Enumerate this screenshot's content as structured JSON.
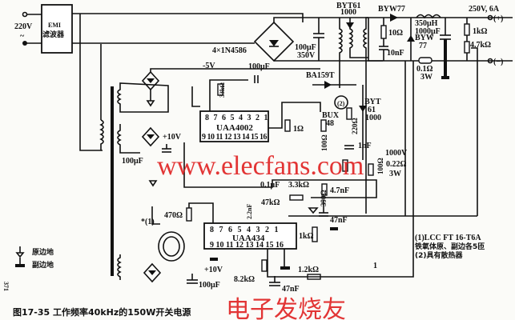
{
  "title": "图17-35  工作频率40kHz的150W开关电源",
  "input": {
    "voltage": "220V",
    "ac_symbol": "~"
  },
  "emi_filter": {
    "line1": "EMI",
    "line2": "滤波器"
  },
  "bridge_rectifier": "4×1N4586",
  "primary": {
    "bulk_cap": "100μF",
    "bulk_cap_voltage": "350V",
    "clamp_diode": "BYT61",
    "clamp_diode_rating": "1000",
    "minus5v": "-5V",
    "cap_100uF": "100μF",
    "ba159t": "BA159T",
    "transistor_note": "(2)",
    "transistor": "BUX",
    "transistor_num": "48",
    "byt": "BYT",
    "byt_num": "61",
    "byt_rating": "1000",
    "r220": "220Ω",
    "c1nF": "1nF",
    "c1nF_v": "1000V",
    "r1": "1Ω",
    "r33k": "33kΩ",
    "plus10v": "+10V",
    "cap_aux": "100μF",
    "r100a": "100Ω",
    "c4_7nF": "4.7nF",
    "r100b": "100Ω",
    "r0_22": "0.22Ω",
    "r0_22_w": "3W",
    "r390": "390Ω"
  },
  "secondary": {
    "diode": "BYW77",
    "inductor": "350μH",
    "out_cap": "1000μF",
    "diode2": "BYW",
    "diode2_num": "77",
    "r10": "10Ω",
    "c10nF": "10nF",
    "r1k": "1kΩ",
    "r4_7k": "4.7kΩ",
    "output": "250V, 6A",
    "plus": "(+)",
    "minus": "(−)",
    "shunt": "0.1Ω",
    "shunt_w": "3W"
  },
  "ic1": {
    "name": "UAA4002",
    "top_pins": "8 7 6 5 4 3 2 1",
    "bottom_pins": "9 10 11 12 13 14 15 16"
  },
  "ic2": {
    "name": "UAA434",
    "top_pins": "8 7 6 5 4 3 2 1",
    "bottom_pins": "9 10 11 12 13 14 15 16"
  },
  "control": {
    "c0_1uF": "0.1μF",
    "r3_3k": "3.3kΩ",
    "r47k": "47kΩ",
    "c2_2nF": "2.2nF",
    "r470": "470Ω",
    "xfmr_note": "*(1)",
    "r1k": "1kΩ",
    "c47nF_a": "47nF",
    "plus10v": "+10V",
    "cap100uF": "100μF",
    "r8_2k": "8.2kΩ",
    "c47nF_b": "47nF",
    "r1_2k": "1.2kΩ",
    "mark_1": "1"
  },
  "notes": [
    "(1)LCC FT 16-T6A",
    "铁氧体原、副边各5匝",
    "(2)具有散热器"
  ],
  "legend": {
    "primary_ground": "原边地",
    "secondary_ground": "副边地"
  },
  "page_number": "371",
  "watermark": {
    "url": "www.elecfans.com",
    "brand": "电子发烧友"
  }
}
